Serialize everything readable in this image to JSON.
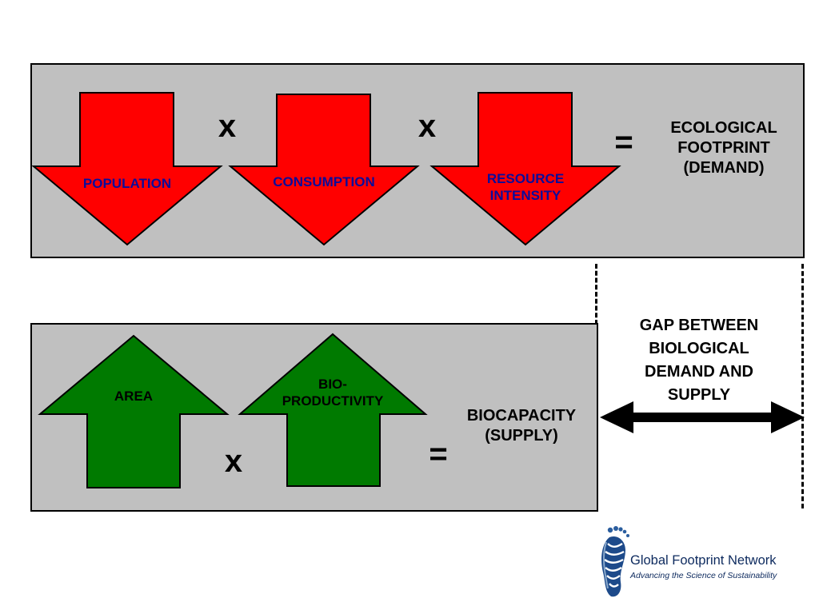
{
  "colors": {
    "demand_arrow": "#ff0000",
    "supply_arrow": "#007a00",
    "panel": "#c0c0c0",
    "logo_blue": "#0d2a5e"
  },
  "demand": {
    "factors": [
      "POPULATION",
      "CONSUMPTION",
      "RESOURCE\nINTENSITY"
    ],
    "operators": [
      "x",
      "x"
    ],
    "equals": "=",
    "result": "ECOLOGICAL\nFOOTPRINT\n(DEMAND)"
  },
  "supply": {
    "factors": [
      "AREA",
      "BIO-\nPRODUCTIVITY"
    ],
    "operator": "x",
    "equals": "=",
    "result": "BIOCAPACITY\n(SUPPLY)"
  },
  "gap": {
    "label": "GAP BETWEEN\nBIOLOGICAL\nDEMAND AND\nSUPPLY"
  },
  "logo": {
    "title": "Global Footprint Network",
    "subtitle": "Advancing the Science of Sustainability",
    "icon": "footprint-icon"
  }
}
